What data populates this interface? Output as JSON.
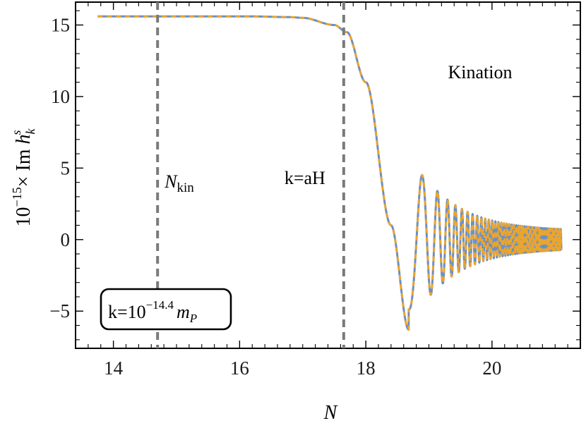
{
  "chart_data": {
    "type": "line",
    "title": "",
    "xlabel": "N",
    "ylabel": "10^-15 × Im h_k^s",
    "xlim": [
      13.4,
      21.4
    ],
    "ylim": [
      -7.6,
      16.6
    ],
    "x_ticks": [
      14,
      16,
      18,
      20
    ],
    "y_ticks": [
      -5,
      0,
      5,
      10,
      15
    ],
    "x_tick_labels": [
      "14",
      "16",
      "18",
      "20"
    ],
    "y_tick_labels": [
      "−5",
      "0",
      "5",
      "10",
      "15"
    ],
    "series": [
      {
        "color": "#6a8fc7",
        "style": "solid",
        "plateau": 15.6,
        "x_start": 13.75,
        "x_end": 21.1,
        "extrema": [
          [
            17.0,
            15.5
          ],
          [
            17.5,
            15.0
          ],
          [
            17.7,
            14.5
          ],
          [
            18.0,
            11.0
          ],
          [
            18.4,
            1.0
          ],
          [
            18.68,
            -6.3
          ],
          [
            18.98,
            4.7
          ],
          [
            19.16,
            -3.9
          ],
          [
            19.31,
            3.4
          ],
          [
            19.44,
            -3.1
          ],
          [
            19.54,
            2.8
          ],
          [
            21.1,
            0.6
          ]
        ]
      },
      {
        "color": "#e8a530",
        "style": "dashed",
        "plateau": 15.6,
        "x_start": 13.75,
        "x_end": 21.1
      }
    ],
    "vlines": [
      {
        "x": 14.7,
        "label_main": "N",
        "label_sub": "kin"
      },
      {
        "x": 17.65,
        "label_main": "k=aH",
        "label_sub": ""
      }
    ],
    "annotations": {
      "regime": "Kination",
      "box_main": "k=10",
      "box_sup": "−14.4",
      "box_m": "m",
      "box_sub": "P"
    },
    "ylabel_parts": {
      "base": "10",
      "exp": "−15",
      "times": "× Im ",
      "h": "h",
      "sup": "s",
      "sub": "k"
    }
  }
}
